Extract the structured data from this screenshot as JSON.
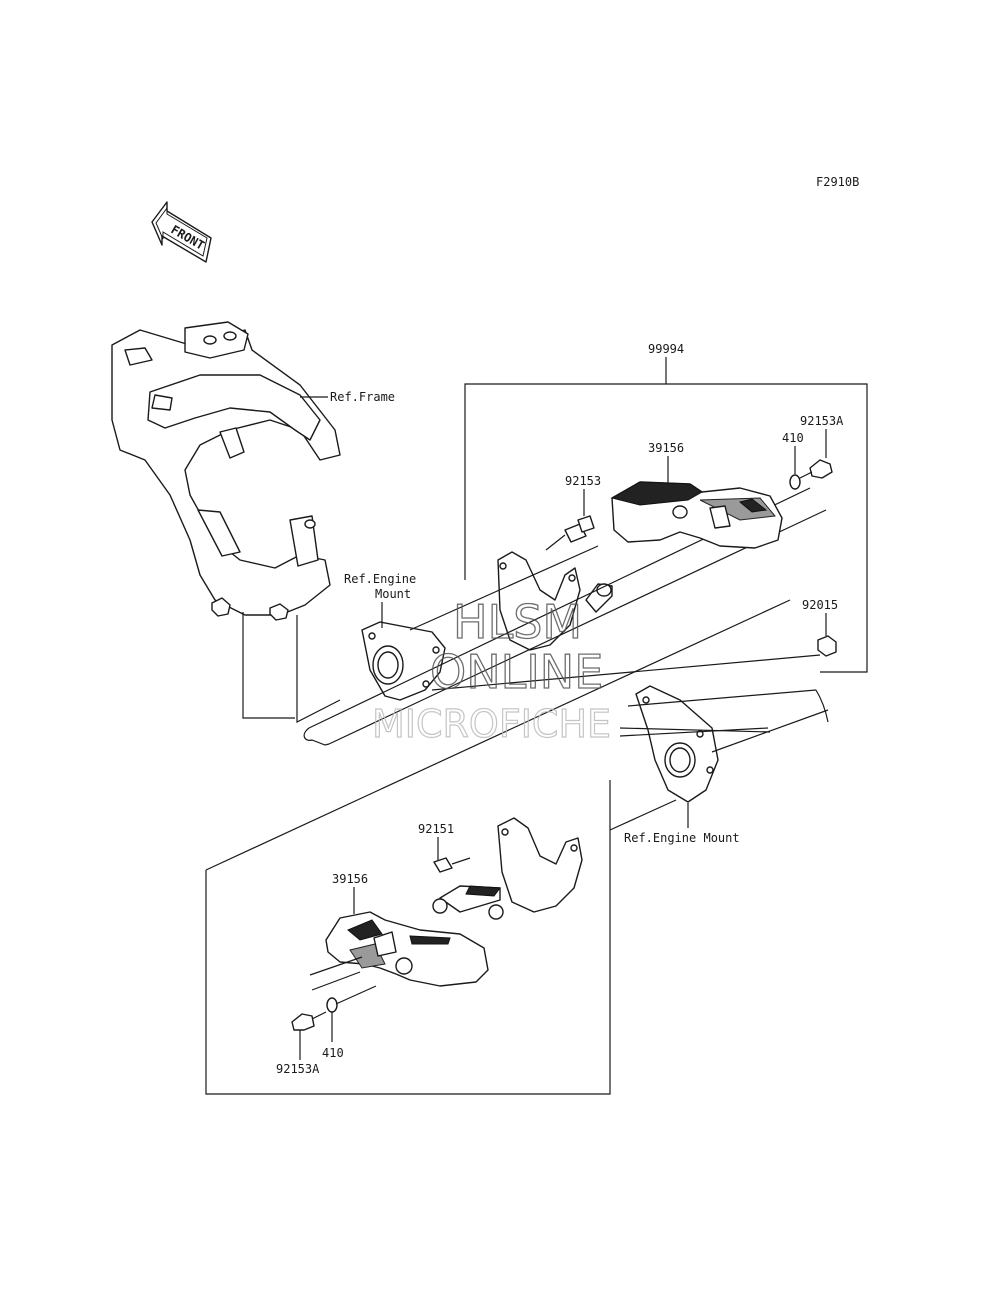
{
  "figure_code": "F2910B",
  "front_arrow": "FRONT",
  "refs": {
    "frame": "Ref.Frame",
    "engine_mount_1_line1": "Ref.Engine",
    "engine_mount_1_line2": "Mount",
    "engine_mount_2": "Ref.Engine Mount"
  },
  "parts": {
    "assembly": "99994",
    "slider_upper": "39156",
    "slider_lower": "39156",
    "bolt_upper": "92153",
    "bolt_a_upper": "92153A",
    "bolt_a_lower": "92153A",
    "washer_upper": "410",
    "washer_lower": "410",
    "nut": "92015",
    "bolt_lower": "92151"
  },
  "watermark": {
    "line1": "HLSM",
    "line2": "ONLINE",
    "line3": "MICROFICHE"
  }
}
